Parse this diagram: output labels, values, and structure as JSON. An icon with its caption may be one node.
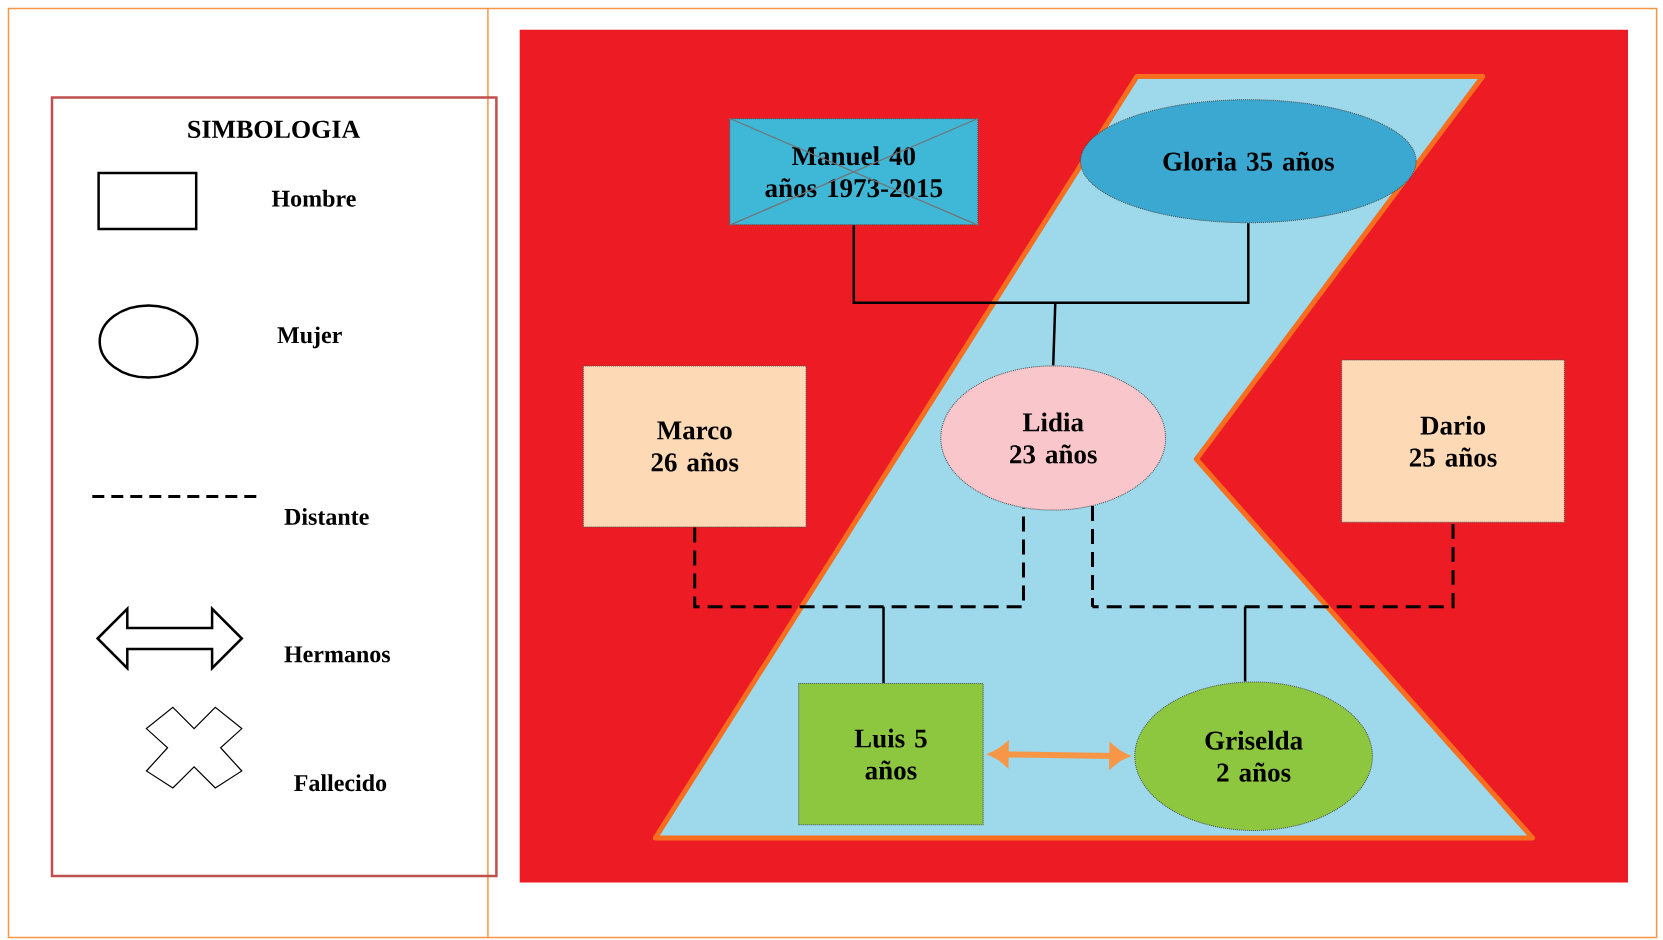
{
  "diagram": {
    "nodes": [
      {
        "text": [
          "Manuel 40 años 1973-2015"
        ]
      },
      {
        "text": [
          "Gloria 35 años"
        ]
      },
      {
        "text": [
          "Marco 26 años"
        ]
      },
      {
        "text": [
          "Lidia 23 años"
        ]
      },
      {
        "text": [
          "Dario 25 años"
        ]
      },
      {
        "text": [
          "Luis 5 años"
        ]
      },
      {
        "text": [
          "Griselda 2 años"
        ]
      }
    ],
    "edges": [
      {
        "from": 0,
        "to": 1,
        "arrow": "none"
      },
      {
        "from": null,
        "to": 3,
        "arrow": "none"
      },
      {
        "from": 2,
        "to": 3,
        "arrow": "none",
        "style": "dashed"
      },
      {
        "from": null,
        "to": 5,
        "arrow": "none"
      },
      {
        "from": 3,
        "to": 4,
        "arrow": "none",
        "style": "dashed"
      },
      {
        "from": null,
        "to": 6,
        "arrow": "none"
      },
      {
        "from": 5,
        "to": 6,
        "arrow": "both",
        "style": "thick",
        "color": "#f79646"
      }
    ],
    "labels": [
      "SIMBOLOGIA"
    ],
    "legend": [
      {
        "text": "Hombre"
      },
      {
        "text": "Mujer"
      },
      {
        "text": "Distante"
      },
      {
        "text": "Hermanos"
      },
      {
        "text": "Fallecido"
      }
    ]
  }
}
